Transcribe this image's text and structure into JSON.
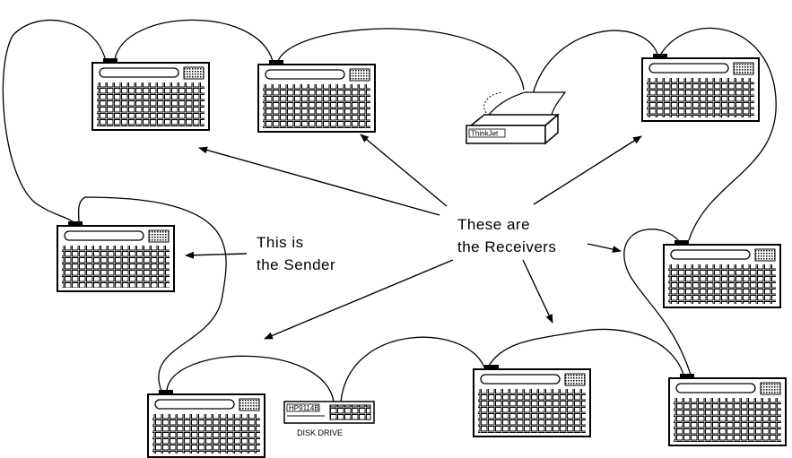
{
  "labels": {
    "sender_line1": "This is",
    "sender_line2": "the Sender",
    "receivers_line1": "These are",
    "receivers_line2": "the Receivers",
    "printer_label": "ThinkJet",
    "disk_model": "HP9114B",
    "disk_caption": "DISK DRIVE"
  },
  "devices": [
    {
      "kind": "calculator",
      "role": "receiver"
    },
    {
      "kind": "calculator",
      "role": "receiver"
    },
    {
      "kind": "printer",
      "role": "receiver"
    },
    {
      "kind": "calculator",
      "role": "receiver"
    },
    {
      "kind": "calculator",
      "role": "sender"
    },
    {
      "kind": "calculator",
      "role": "receiver"
    },
    {
      "kind": "calculator",
      "role": "receiver"
    },
    {
      "kind": "disk-drive",
      "role": "receiver"
    },
    {
      "kind": "calculator",
      "role": "receiver"
    },
    {
      "kind": "calculator",
      "role": "receiver"
    }
  ],
  "colors": {
    "ink": "#000000",
    "paper": "#ffffff"
  }
}
